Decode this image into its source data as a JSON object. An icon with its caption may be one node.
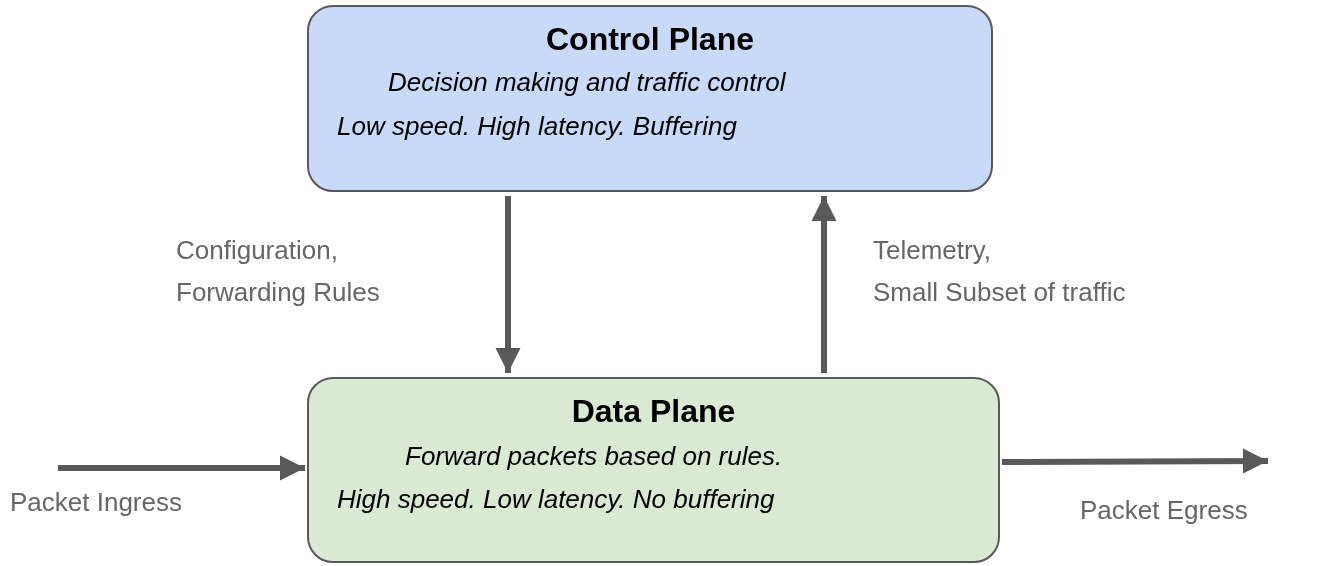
{
  "diagram": {
    "nodes": [
      {
        "text": [
          "Control Plane",
          "Decision making and traffic control",
          "Low speed. High latency. Buffering"
        ]
      },
      {
        "text": [
          "Data Plane",
          "Forward packets based on rules.",
          "High speed. Low latency. No buffering"
        ]
      }
    ],
    "edges": [
      {
        "from": 0,
        "to": 1,
        "arrow": "to",
        "label": "Configuration, Forwarding Rules"
      },
      {
        "from": 1,
        "to": 0,
        "arrow": "to",
        "label": "Telemetry, Small Subset of traffic"
      },
      {
        "from": null,
        "to": 1,
        "arrow": "to",
        "label": "Packet Ingress"
      },
      {
        "from": 1,
        "to": null,
        "arrow": "to",
        "label": "Packet Egress"
      }
    ]
  }
}
